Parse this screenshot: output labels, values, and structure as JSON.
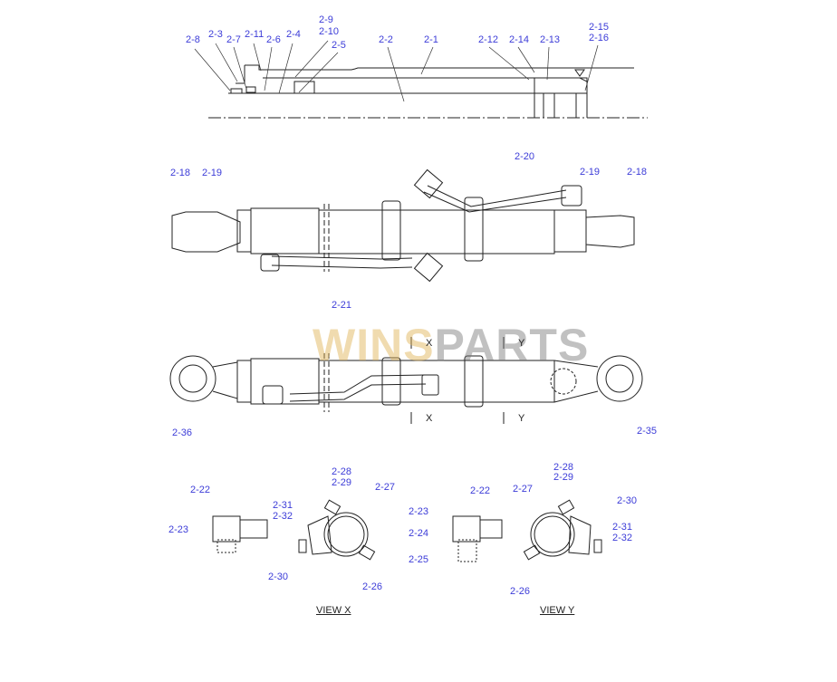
{
  "watermark": {
    "part1": "WINS",
    "part2": "PARTS"
  },
  "top_section": [
    "2-8",
    "2-3",
    "2-7",
    "2-11",
    "2-6",
    "2-4",
    "2-9",
    "2-10",
    "2-5",
    "2-2",
    "2-1",
    "2-12",
    "2-14",
    "2-13",
    "2-15",
    "2-16"
  ],
  "middle_section": [
    "2-18",
    "2-19",
    "2-20",
    "2-19",
    "2-18",
    "2-21",
    "2-36",
    "2-35"
  ],
  "section_markers": [
    "X",
    "Y",
    "X",
    "Y"
  ],
  "view_x": {
    "title": "VIEW  X",
    "labels": [
      "2-22",
      "2-23",
      "2-28",
      "2-29",
      "2-27",
      "2-31",
      "2-32",
      "2-30",
      "2-26"
    ]
  },
  "view_y": {
    "title": "VIEW  Y",
    "labels": [
      "2-22",
      "2-23",
      "2-24",
      "2-25",
      "2-27",
      "2-28",
      "2-29",
      "2-30",
      "2-31",
      "2-32",
      "2-26"
    ]
  },
  "colors": {
    "label": "#3c3cd8",
    "line": "#222222"
  }
}
